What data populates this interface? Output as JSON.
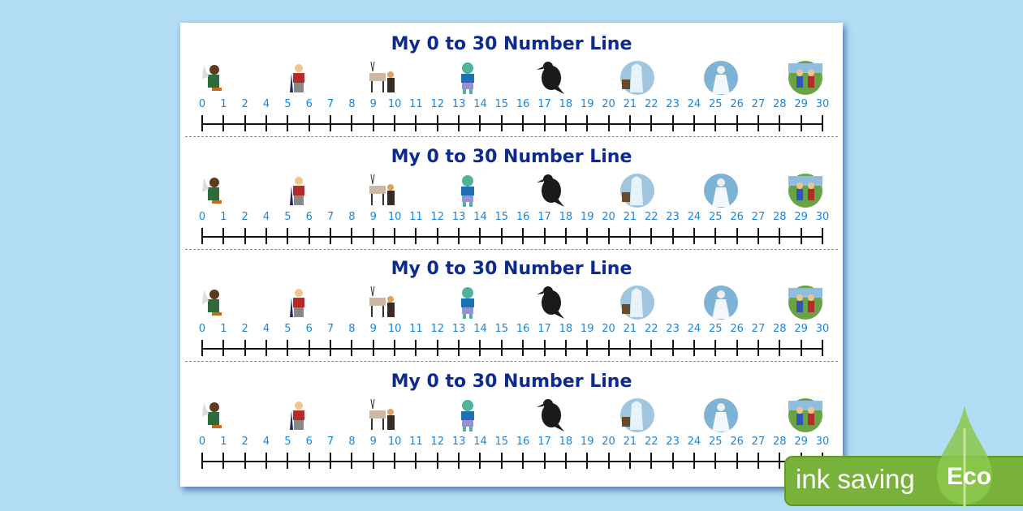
{
  "title": "My 0 to 30 Number Line",
  "labels": [
    "0",
    "1",
    "2",
    "4",
    "5",
    "6",
    "7",
    "8",
    "9",
    "10",
    "11",
    "12",
    "13",
    "14",
    "15",
    "16",
    "17",
    "18",
    "19",
    "20",
    "21",
    "22",
    "23",
    "24",
    "25",
    "26",
    "27",
    "28",
    "29",
    "30"
  ],
  "pictures": [
    "fairy",
    "boy-in-cape",
    "reindeer-and-girl",
    "troll",
    "raven",
    "ice-palace",
    "snow-queen",
    "two-children"
  ],
  "strip_count": 4,
  "badge": {
    "text": "ink saving",
    "eco": "Eco",
    "color": "#79b23a"
  },
  "colors": {
    "title": "#0d2a8c",
    "numbers": "#1a86d8",
    "background": "#b3dcf5"
  }
}
